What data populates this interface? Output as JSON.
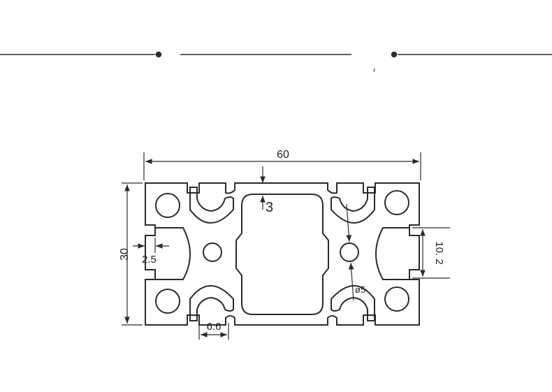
{
  "colors": {
    "ink": "#2b2b2b",
    "profile_fill": "#ffffff",
    "background": "#ffffff"
  },
  "dimensions": {
    "width": "60",
    "height": "30",
    "wall": "3",
    "slot_depth": "2.5",
    "slot_width": "6.6",
    "slot_opening": "10. 2",
    "center_hole": "ø5"
  }
}
